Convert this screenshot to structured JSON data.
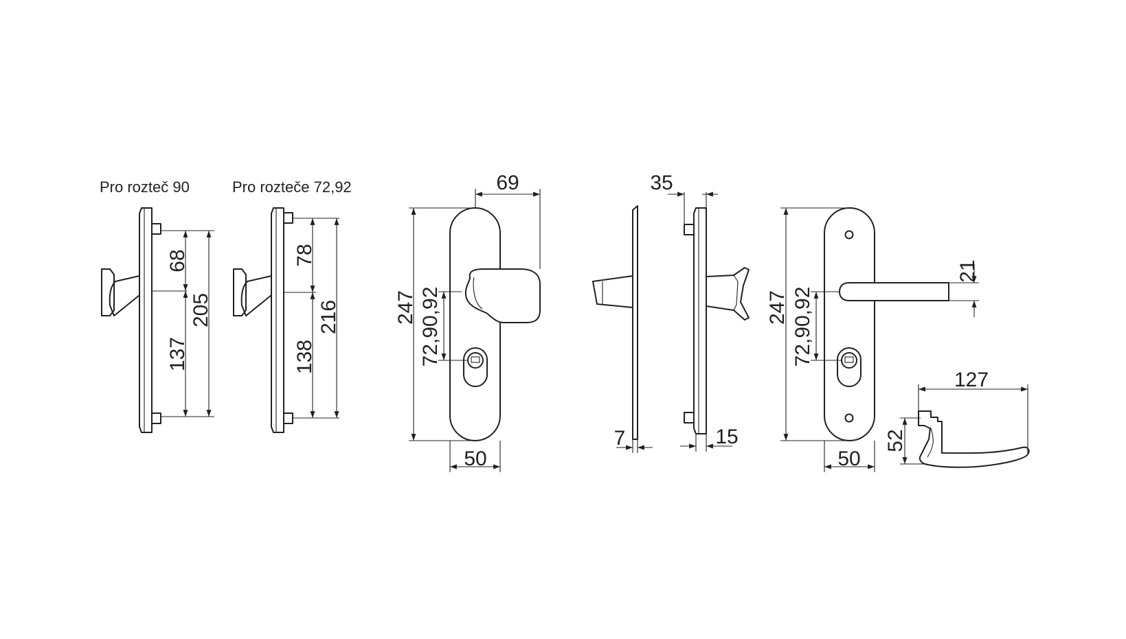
{
  "captions": {
    "left": "Pro rozteč 90",
    "second": "Pro rozteče 72,92"
  },
  "dims": {
    "a68": "68",
    "a137": "137",
    "a205": "205",
    "b78": "78",
    "b138": "138",
    "b216": "216",
    "c69": "69",
    "c247": "247",
    "c729092": "72,90,92",
    "c50": "50",
    "d35": "35",
    "d7": "7",
    "d15": "15",
    "e247": "247",
    "e729092": "72,90,92",
    "e50": "50",
    "e21": "21",
    "f127": "127",
    "f52": "52"
  }
}
